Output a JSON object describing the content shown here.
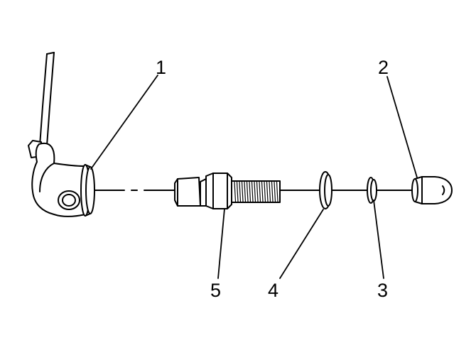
{
  "diagram": {
    "callouts": {
      "c1": "1",
      "c2": "2",
      "c3": "3",
      "c4": "4",
      "c5": "5"
    },
    "line_color": "#000000",
    "background": "#ffffff"
  }
}
